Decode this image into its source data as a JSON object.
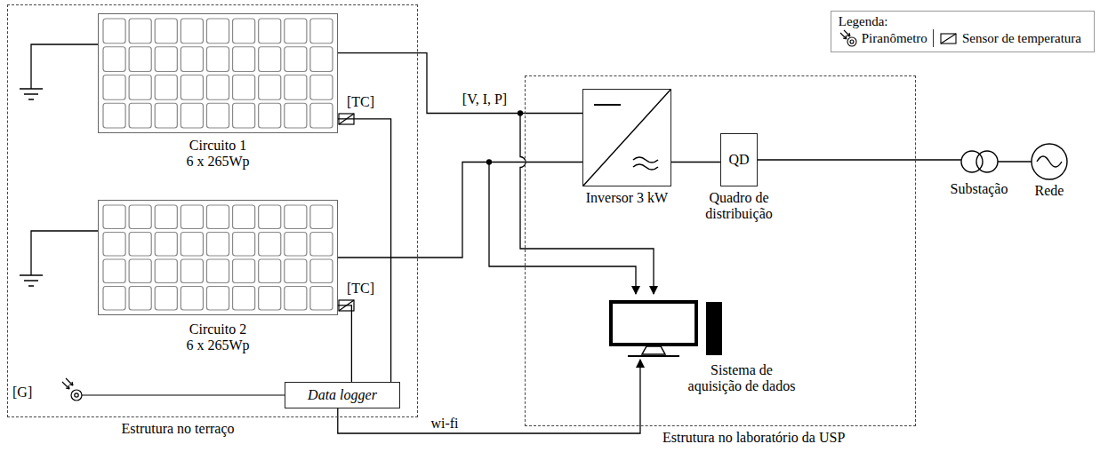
{
  "diagram": {
    "nodes": [
      {
        "text": [
          "Estrutura no terraço"
        ]
      },
      {
        "text": [
          "Circuito 1 6 x 265Wp"
        ],
        "in": 0
      },
      {
        "text": [
          "Circuito 2 6 x 265Wp"
        ],
        "in": 0
      },
      {
        "text": [
          "Data logger"
        ],
        "in": 0
      },
      {
        "text": [
          "Estrutura no laboratório da USP"
        ]
      },
      {
        "text": [
          "Inversor 3 kW"
        ],
        "in": 4
      },
      {
        "text": [
          "QD",
          "Quadro de distribuição"
        ],
        "in": 4
      },
      {
        "text": [
          "Sistema de aquisição de dados"
        ],
        "in": 4
      },
      {
        "text": [
          "Substação"
        ]
      },
      {
        "text": [
          "Rede"
        ]
      }
    ],
    "edges": [
      {
        "from": 1,
        "to": 5,
        "arrow": "none"
      },
      {
        "from": 2,
        "to": 5,
        "arrow": "none"
      },
      {
        "from": 1,
        "to": 3,
        "arrow": "none"
      },
      {
        "from": 2,
        "to": 3,
        "arrow": "none"
      },
      {
        "from": 3,
        "to": 7,
        "label": "wi-fi",
        "arrow": "to"
      },
      {
        "from": 5,
        "to": 6,
        "arrow": "none"
      },
      {
        "from": 6,
        "to": 8,
        "arrow": "none"
      },
      {
        "from": 8,
        "to": 9,
        "arrow": "none"
      }
    ],
    "labels": [
      "[TC]",
      "[TC]",
      "[G]",
      "[V, I, P]",
      "Legenda:"
    ],
    "legend": [
      {
        "text": "Piranômetro"
      },
      {
        "text": "Sensor de temperatura"
      }
    ]
  }
}
